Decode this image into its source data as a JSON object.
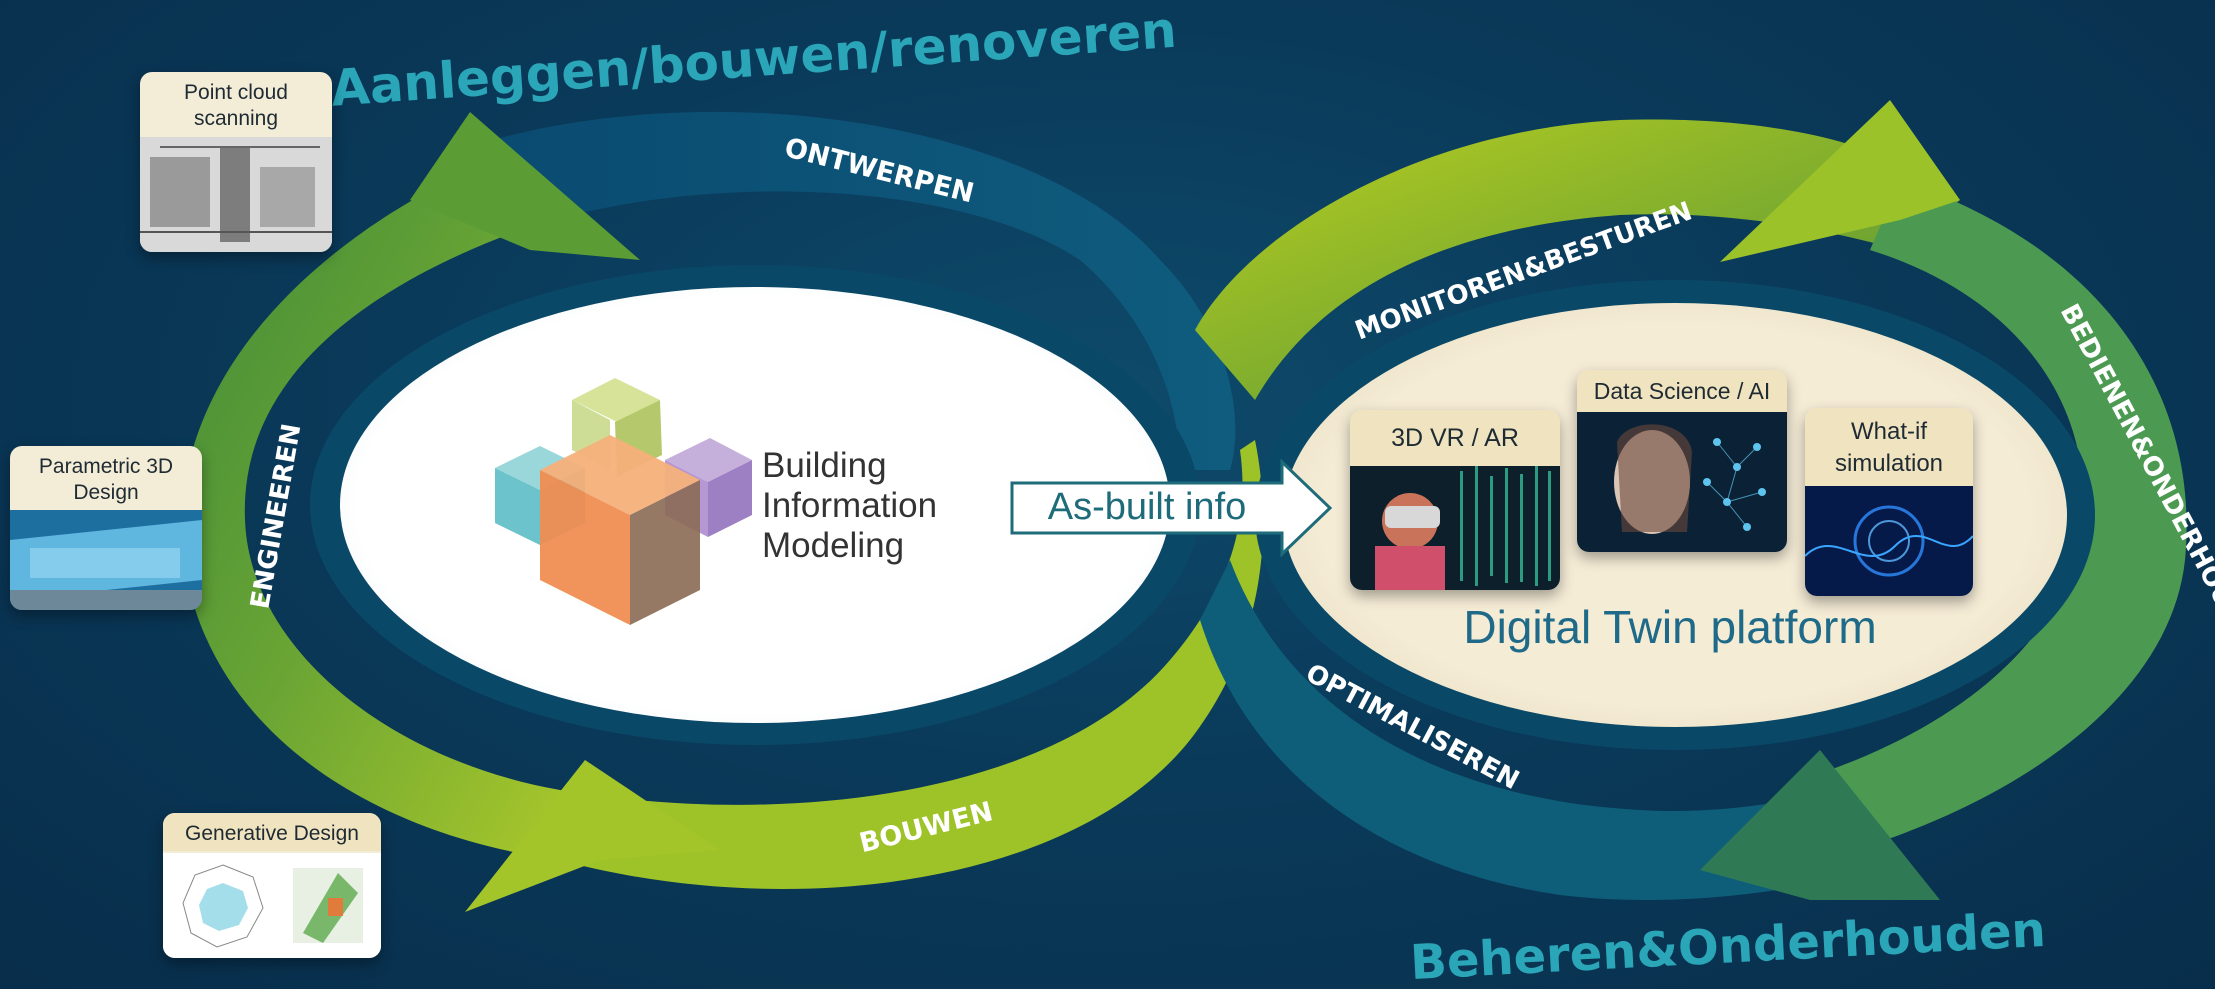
{
  "colors": {
    "background": "#0a3a5a",
    "green_arrow": "#8dbb2b",
    "teal_arrow": "#0e5e7a",
    "heading_teal": "#2aa6b8"
  },
  "headings": {
    "top": "Aanleggen/bouwen/renoveren",
    "bottom": "Beheren&Onderhouden"
  },
  "cycle_labels": {
    "ontwerpen": "ONTWERPEN",
    "engineeren": "ENGINEEREN",
    "bouwen": "BOUWEN",
    "monitoren": "MONITOREN&BESTUREN",
    "bedienen": "BEDIENEN&ONDERHOUDEN",
    "optimaliseren": "OPTIMALISEREN"
  },
  "left_cards": [
    {
      "label": "Point cloud scanning",
      "icon": "point-cloud-image"
    },
    {
      "label": "Parametric 3D Design",
      "icon": "building-render-image"
    },
    {
      "label": "Generative Design",
      "icon": "radar-chart-image"
    }
  ],
  "bim": {
    "line1": "Building",
    "line2": "Information",
    "line3": "Modeling",
    "icon": "bim-cubes-logo"
  },
  "as_built": "As-built info",
  "digital_twin": {
    "title": "Digital Twin platform",
    "panels": [
      {
        "label": "3D VR / AR",
        "icon": "vr-headset-image"
      },
      {
        "label": "Data Science / AI",
        "icon": "ai-face-image"
      },
      {
        "label": "What-if simulation",
        "icon": "simulation-image"
      }
    ]
  }
}
